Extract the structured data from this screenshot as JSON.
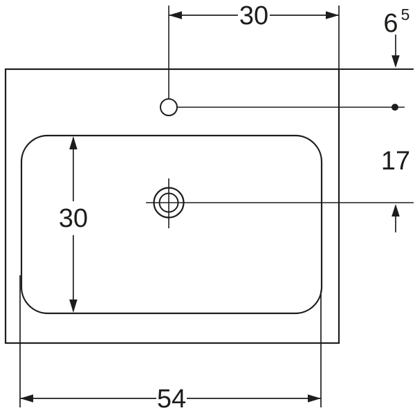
{
  "colors": {
    "line": "#1d1d1b",
    "background": "#ffffff"
  },
  "dims": {
    "top_width": "30",
    "edge_to_hole": "6",
    "edge_to_hole_sup": "5",
    "hole_to_drain": "17",
    "bowl_depth": "30",
    "bowl_width": "54"
  }
}
